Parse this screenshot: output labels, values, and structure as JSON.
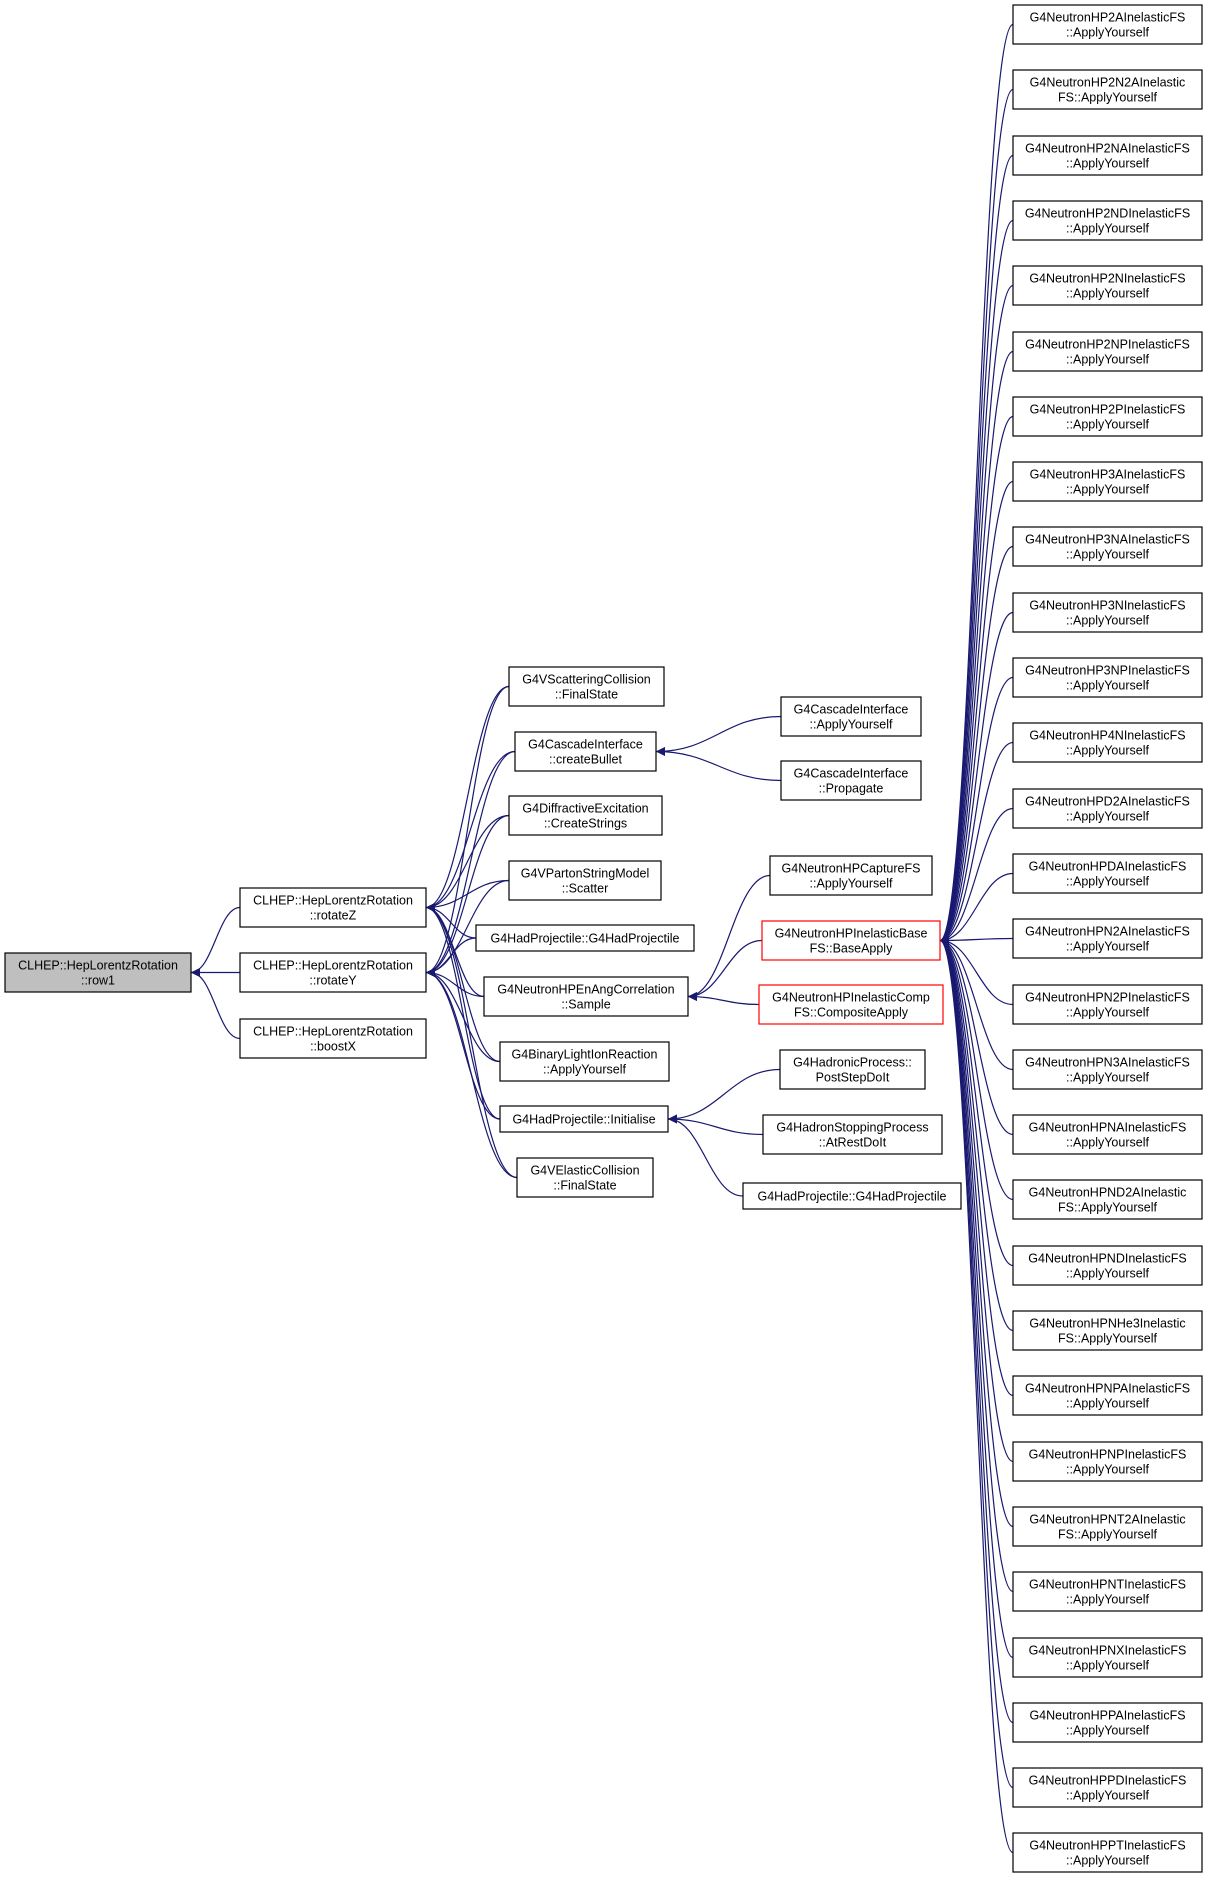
{
  "colors": {
    "edge": "#191970",
    "border": "#000000",
    "border_highlight": "#ff0000",
    "root_fill": "#bfbfbf",
    "fill": "#ffffff"
  },
  "nodes": [
    {
      "id": "row1",
      "lines": [
        "CLHEP::HepLorentzRotation",
        "::row1"
      ],
      "style": "root"
    },
    {
      "id": "rotateZ",
      "lines": [
        "CLHEP::HepLorentzRotation",
        "::rotateZ"
      ]
    },
    {
      "id": "rotateY",
      "lines": [
        "CLHEP::HepLorentzRotation",
        "::rotateY"
      ]
    },
    {
      "id": "boostX",
      "lines": [
        "CLHEP::HepLorentzRotation",
        "::boostX"
      ]
    },
    {
      "id": "vscatFinal",
      "lines": [
        "G4VScatteringCollision",
        "::FinalState"
      ]
    },
    {
      "id": "cascBullet",
      "lines": [
        "G4CascadeInterface",
        "::createBullet"
      ]
    },
    {
      "id": "diffExc",
      "lines": [
        "G4DiffractiveExcitation",
        "::CreateStrings"
      ]
    },
    {
      "id": "partonScatter",
      "lines": [
        "G4VPartonStringModel",
        "::Scatter"
      ]
    },
    {
      "id": "hadProjCtor1",
      "lines": [
        "G4HadProjectile::G4HadProjectile"
      ]
    },
    {
      "id": "enAngSample",
      "lines": [
        "G4NeutronHPEnAngCorrelation",
        "::Sample"
      ]
    },
    {
      "id": "binaryLight",
      "lines": [
        "G4BinaryLightIonReaction",
        "::ApplyYourself"
      ]
    },
    {
      "id": "hadProjInit",
      "lines": [
        "G4HadProjectile::Initialise"
      ]
    },
    {
      "id": "velasticFinal",
      "lines": [
        "G4VElasticCollision",
        "::FinalState"
      ]
    },
    {
      "id": "cascApply",
      "lines": [
        "G4CascadeInterface",
        "::ApplyYourself"
      ]
    },
    {
      "id": "cascPropagate",
      "lines": [
        "G4CascadeInterface",
        "::Propagate"
      ]
    },
    {
      "id": "captureApply",
      "lines": [
        "G4NeutronHPCaptureFS",
        "::ApplyYourself"
      ]
    },
    {
      "id": "baseApply",
      "lines": [
        "G4NeutronHPInelasticBase",
        "FS::BaseApply"
      ],
      "style": "highlight"
    },
    {
      "id": "compApply",
      "lines": [
        "G4NeutronHPInelasticComp",
        "FS::CompositeApply"
      ],
      "style": "highlight"
    },
    {
      "id": "hadronicPost",
      "lines": [
        "G4HadronicProcess::",
        "PostStepDoIt"
      ]
    },
    {
      "id": "hadronStop",
      "lines": [
        "G4HadronStoppingProcess",
        "::AtRestDoIt"
      ]
    },
    {
      "id": "hadProjCtor2",
      "lines": [
        "G4HadProjectile::G4HadProjectile"
      ]
    },
    {
      "id": "r0",
      "lines": [
        "G4NeutronHP2AInelasticFS",
        "::ApplyYourself"
      ]
    },
    {
      "id": "r1",
      "lines": [
        "G4NeutronHP2N2AInelastic",
        "FS::ApplyYourself"
      ]
    },
    {
      "id": "r2",
      "lines": [
        "G4NeutronHP2NAInelasticFS",
        "::ApplyYourself"
      ]
    },
    {
      "id": "r3",
      "lines": [
        "G4NeutronHP2NDInelasticFS",
        "::ApplyYourself"
      ]
    },
    {
      "id": "r4",
      "lines": [
        "G4NeutronHP2NInelasticFS",
        "::ApplyYourself"
      ]
    },
    {
      "id": "r5",
      "lines": [
        "G4NeutronHP2NPInelasticFS",
        "::ApplyYourself"
      ]
    },
    {
      "id": "r6",
      "lines": [
        "G4NeutronHP2PInelasticFS",
        "::ApplyYourself"
      ]
    },
    {
      "id": "r7",
      "lines": [
        "G4NeutronHP3AInelasticFS",
        "::ApplyYourself"
      ]
    },
    {
      "id": "r8",
      "lines": [
        "G4NeutronHP3NAInelasticFS",
        "::ApplyYourself"
      ]
    },
    {
      "id": "r9",
      "lines": [
        "G4NeutronHP3NInelasticFS",
        "::ApplyYourself"
      ]
    },
    {
      "id": "r10",
      "lines": [
        "G4NeutronHP3NPInelasticFS",
        "::ApplyYourself"
      ]
    },
    {
      "id": "r11",
      "lines": [
        "G4NeutronHP4NInelasticFS",
        "::ApplyYourself"
      ]
    },
    {
      "id": "r12",
      "lines": [
        "G4NeutronHPD2AInelasticFS",
        "::ApplyYourself"
      ]
    },
    {
      "id": "r13",
      "lines": [
        "G4NeutronHPDAInelasticFS",
        "::ApplyYourself"
      ]
    },
    {
      "id": "r14",
      "lines": [
        "G4NeutronHPN2AInelasticFS",
        "::ApplyYourself"
      ]
    },
    {
      "id": "r15",
      "lines": [
        "G4NeutronHPN2PInelasticFS",
        "::ApplyYourself"
      ]
    },
    {
      "id": "r16",
      "lines": [
        "G4NeutronHPN3AInelasticFS",
        "::ApplyYourself"
      ]
    },
    {
      "id": "r17",
      "lines": [
        "G4NeutronHPNAInelasticFS",
        "::ApplyYourself"
      ]
    },
    {
      "id": "r18",
      "lines": [
        "G4NeutronHPND2AInelastic",
        "FS::ApplyYourself"
      ]
    },
    {
      "id": "r19",
      "lines": [
        "G4NeutronHPNDInelasticFS",
        "::ApplyYourself"
      ]
    },
    {
      "id": "r20",
      "lines": [
        "G4NeutronHPNHe3Inelastic",
        "FS::ApplyYourself"
      ]
    },
    {
      "id": "r21",
      "lines": [
        "G4NeutronHPNPAInelasticFS",
        "::ApplyYourself"
      ]
    },
    {
      "id": "r22",
      "lines": [
        "G4NeutronHPNPInelasticFS",
        "::ApplyYourself"
      ]
    },
    {
      "id": "r23",
      "lines": [
        "G4NeutronHPNT2AInelastic",
        "FS::ApplyYourself"
      ]
    },
    {
      "id": "r24",
      "lines": [
        "G4NeutronHPNTInelasticFS",
        "::ApplyYourself"
      ]
    },
    {
      "id": "r25",
      "lines": [
        "G4NeutronHPNXInelasticFS",
        "::ApplyYourself"
      ]
    },
    {
      "id": "r26",
      "lines": [
        "G4NeutronHPPAInelasticFS",
        "::ApplyYourself"
      ]
    },
    {
      "id": "r27",
      "lines": [
        "G4NeutronHPPDInelasticFS",
        "::ApplyYourself"
      ]
    },
    {
      "id": "r28",
      "lines": [
        "G4NeutronHPPTInelasticFS",
        "::ApplyYourself"
      ]
    }
  ],
  "edges": [
    [
      "rotateZ",
      "row1"
    ],
    [
      "rotateY",
      "row1"
    ],
    [
      "boostX",
      "row1"
    ],
    [
      "vscatFinal",
      "rotateZ"
    ],
    [
      "cascBullet",
      "rotateZ"
    ],
    [
      "diffExc",
      "rotateZ"
    ],
    [
      "partonScatter",
      "rotateZ"
    ],
    [
      "hadProjCtor1",
      "rotateZ"
    ],
    [
      "enAngSample",
      "rotateZ"
    ],
    [
      "binaryLight",
      "rotateZ"
    ],
    [
      "hadProjInit",
      "rotateZ"
    ],
    [
      "velasticFinal",
      "rotateZ"
    ],
    [
      "vscatFinal",
      "rotateY"
    ],
    [
      "cascBullet",
      "rotateY"
    ],
    [
      "diffExc",
      "rotateY"
    ],
    [
      "partonScatter",
      "rotateY"
    ],
    [
      "hadProjCtor1",
      "rotateY"
    ],
    [
      "enAngSample",
      "rotateY"
    ],
    [
      "binaryLight",
      "rotateY"
    ],
    [
      "hadProjInit",
      "rotateY"
    ],
    [
      "velasticFinal",
      "rotateY"
    ],
    [
      "cascApply",
      "cascBullet"
    ],
    [
      "cascPropagate",
      "cascBullet"
    ],
    [
      "captureApply",
      "enAngSample"
    ],
    [
      "baseApply",
      "enAngSample"
    ],
    [
      "compApply",
      "enAngSample"
    ],
    [
      "hadronicPost",
      "hadProjInit"
    ],
    [
      "hadronStop",
      "hadProjInit"
    ],
    [
      "hadProjCtor2",
      "hadProjInit"
    ],
    [
      "r0",
      "baseApply"
    ],
    [
      "r1",
      "baseApply"
    ],
    [
      "r2",
      "baseApply"
    ],
    [
      "r3",
      "baseApply"
    ],
    [
      "r4",
      "baseApply"
    ],
    [
      "r5",
      "baseApply"
    ],
    [
      "r6",
      "baseApply"
    ],
    [
      "r7",
      "baseApply"
    ],
    [
      "r8",
      "baseApply"
    ],
    [
      "r9",
      "baseApply"
    ],
    [
      "r10",
      "baseApply"
    ],
    [
      "r11",
      "baseApply"
    ],
    [
      "r12",
      "baseApply"
    ],
    [
      "r13",
      "baseApply"
    ],
    [
      "r14",
      "baseApply"
    ],
    [
      "r15",
      "baseApply"
    ],
    [
      "r16",
      "baseApply"
    ],
    [
      "r17",
      "baseApply"
    ],
    [
      "r18",
      "baseApply"
    ],
    [
      "r19",
      "baseApply"
    ],
    [
      "r20",
      "baseApply"
    ],
    [
      "r21",
      "baseApply"
    ],
    [
      "r22",
      "baseApply"
    ],
    [
      "r23",
      "baseApply"
    ],
    [
      "r24",
      "baseApply"
    ],
    [
      "r25",
      "baseApply"
    ],
    [
      "r26",
      "baseApply"
    ],
    [
      "r27",
      "baseApply"
    ],
    [
      "r28",
      "baseApply"
    ]
  ]
}
